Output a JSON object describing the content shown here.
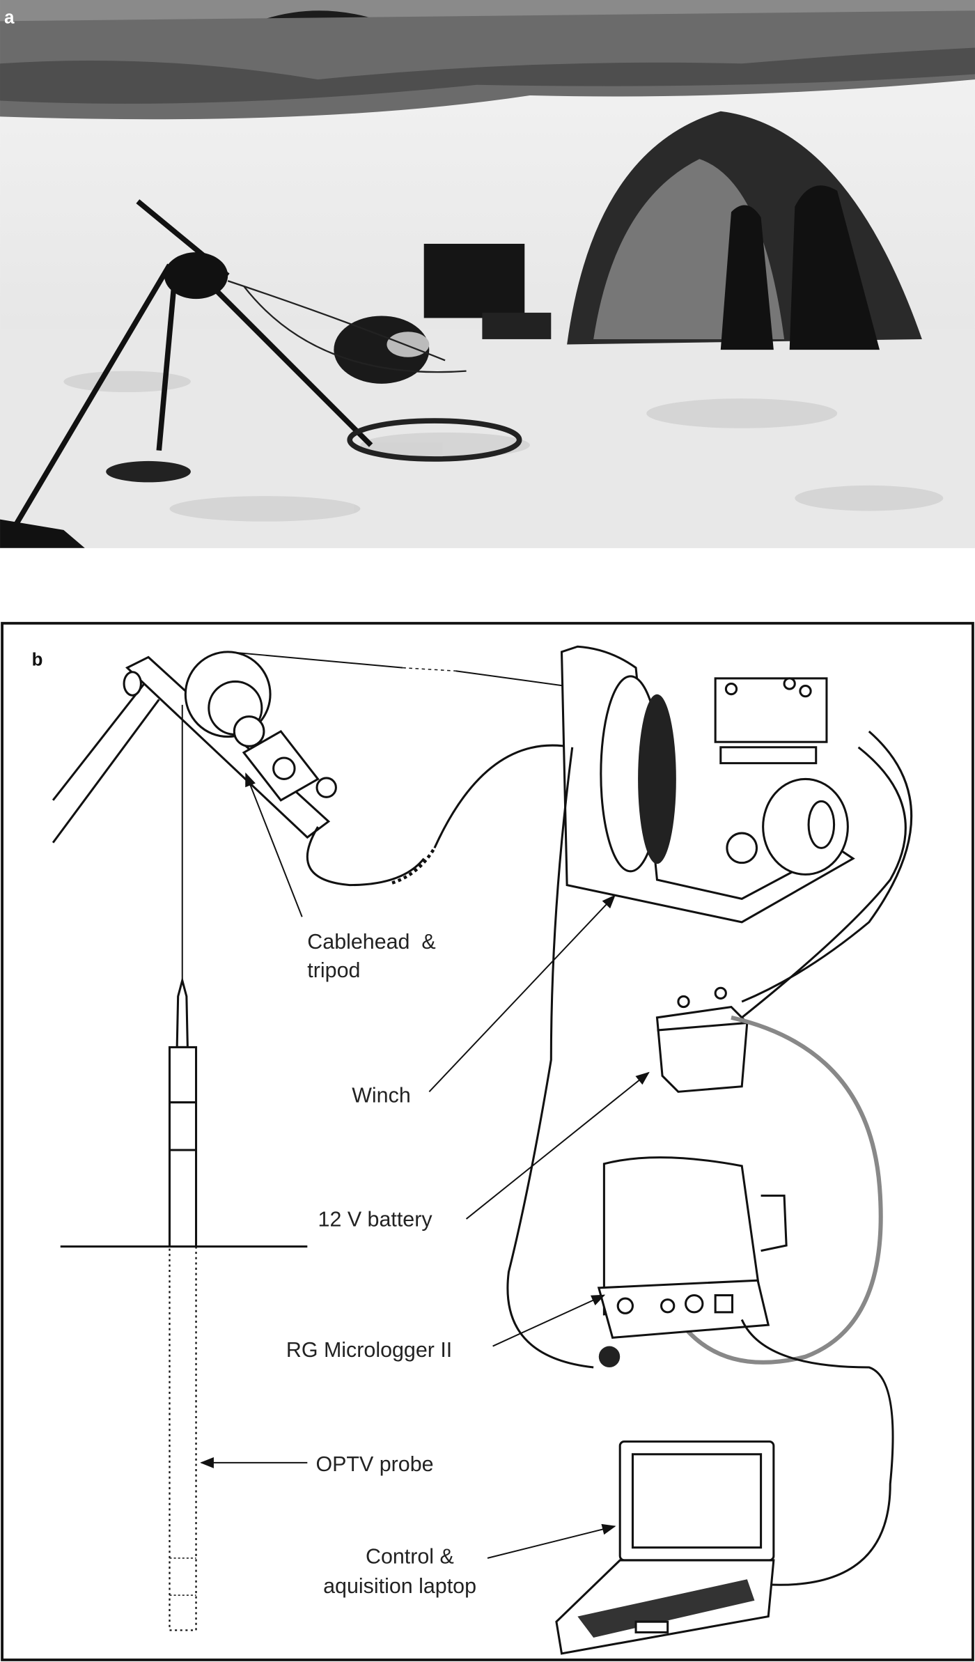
{
  "figure": {
    "panel_a": {
      "label": "a"
    },
    "panel_b": {
      "label": "b",
      "callouts": {
        "cablehead_line1": "Cablehead  &",
        "cablehead_line2": "tripod",
        "winch": "Winch",
        "battery": "12 V battery",
        "micrologger": "RG Micrologger II",
        "probe": "OPTV probe",
        "laptop_line1": "Control &",
        "laptop_line2": "aquisition laptop"
      }
    }
  }
}
